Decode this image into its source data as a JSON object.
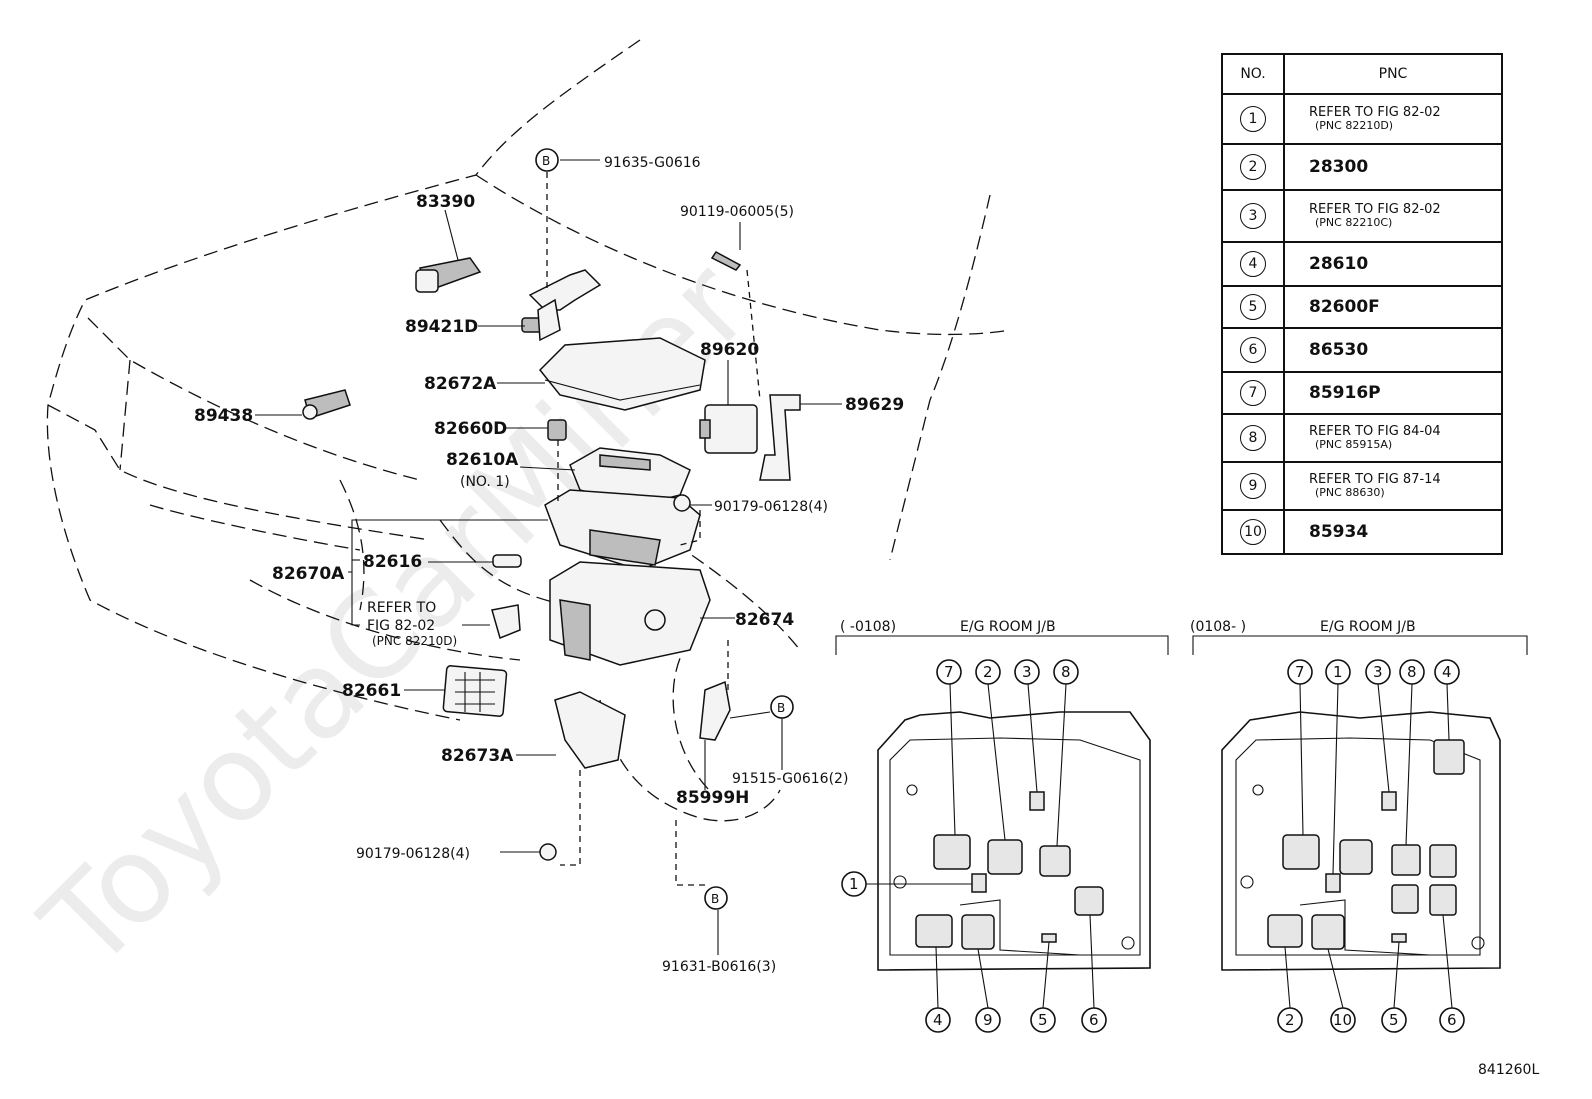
{
  "diagram_id": "841260L",
  "watermark": "ToyotaCarMiner",
  "callout_mark": "B",
  "table": {
    "header_no": "NO.",
    "header_pnc": "PNC",
    "rows": [
      {
        "no": "1",
        "pnc": "REFER TO FIG 82-02",
        "sub": "(PNC 82210D)",
        "ref": true
      },
      {
        "no": "2",
        "pnc": "28300",
        "sub": "",
        "ref": false
      },
      {
        "no": "3",
        "pnc": "REFER TO FIG 82-02",
        "sub": "(PNC 82210C)",
        "ref": true
      },
      {
        "no": "4",
        "pnc": "28610",
        "sub": "",
        "ref": false
      },
      {
        "no": "5",
        "pnc": "82600F",
        "sub": "",
        "ref": false
      },
      {
        "no": "6",
        "pnc": "86530",
        "sub": "",
        "ref": false
      },
      {
        "no": "7",
        "pnc": "85916P",
        "sub": "",
        "ref": false
      },
      {
        "no": "8",
        "pnc": "REFER TO FIG 84-04",
        "sub": "(PNC 85915A)",
        "ref": true
      },
      {
        "no": "9",
        "pnc": "REFER TO FIG 87-14",
        "sub": "(PNC 88630)",
        "ref": true
      },
      {
        "no": "10",
        "pnc": "85934",
        "sub": "",
        "ref": false
      }
    ]
  },
  "parts": {
    "p91635": "91635-G0616",
    "p83390": "83390",
    "p90119": "90119-06005(5)",
    "p89421d": "89421D",
    "p89620": "89620",
    "p82672a": "82672A",
    "p89629": "89629",
    "p89438": "89438",
    "p82660d": "82660D",
    "p82610a": "82610A",
    "p82610a_note": "(NO. 1)",
    "p90179a": "90179-06128(4)",
    "p82616": "82616",
    "p82670a": "82670A",
    "refer_line1": "REFER TO",
    "refer_line2": "FIG 82-02",
    "refer_line3": "(PNC 82210D)",
    "p82674": "82674",
    "p82661": "82661",
    "p82673a": "82673A",
    "p91515": "91515-G0616(2)",
    "p85999h": "85999H",
    "p90179b": "90179-06128(4)",
    "p91631": "91631-B0616(3)"
  },
  "jb_left": {
    "title_range": "(        -0108)",
    "title": "E/G ROOM J/B",
    "top_callouts": [
      "7",
      "2",
      "3",
      "8"
    ],
    "side_callout": "1",
    "bottom_callouts": [
      "4",
      "9",
      "5",
      "6"
    ]
  },
  "jb_right": {
    "title_range": "(0108-          )",
    "title": "E/G ROOM J/B",
    "top_callouts": [
      "7",
      "1",
      "3",
      "8",
      "4"
    ],
    "bottom_callouts": [
      "2",
      "10",
      "5",
      "6"
    ]
  }
}
